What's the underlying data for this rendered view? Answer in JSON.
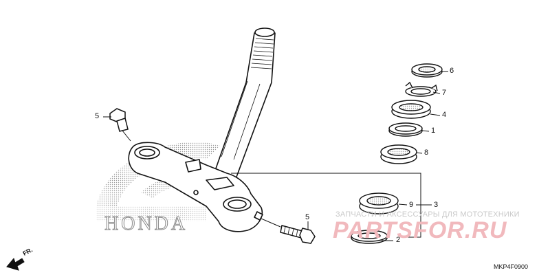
{
  "brand_watermark": "HONDA",
  "watermark_text": "ЗАПЧАСТИ И АКСЕССУАРЫ ДЛЯ МОТОТЕХНИКИ",
  "watermark_logo": "PARTSFOR.RU",
  "diagram_code": "MKP4F0900",
  "direction_label": "FR.",
  "callouts": {
    "bolt_top": "5",
    "bolt_bottom": "5",
    "locknut": "6",
    "lock_washer": "7",
    "adjust_nut": "4",
    "upper_race": "1",
    "upper_bearing": "8",
    "lower_bearing": "9",
    "stem_assembly": "3",
    "lower_race": "2"
  },
  "colors": {
    "line": "#111111",
    "watermark": "#c9c9c9",
    "logo": "#f1b9bd"
  }
}
